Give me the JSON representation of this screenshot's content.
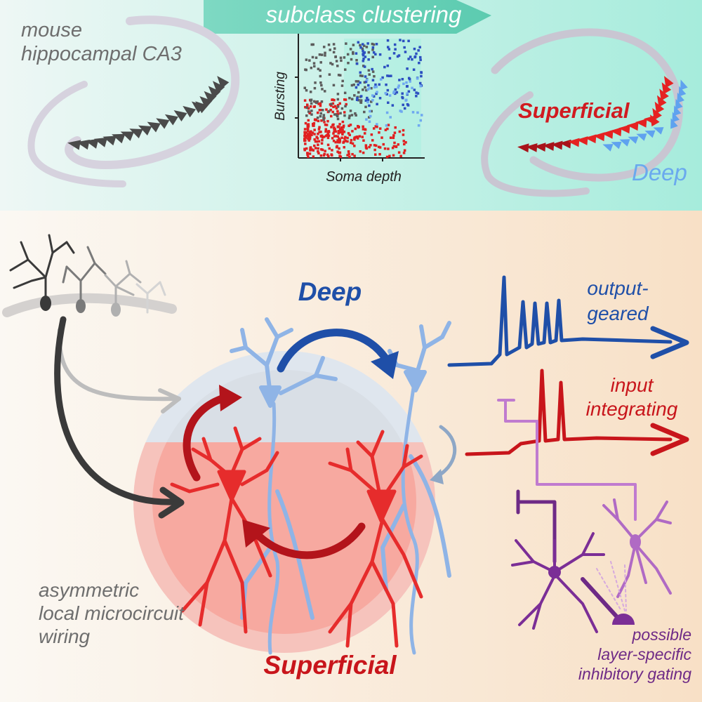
{
  "colors": {
    "deep": "#1f4fa8",
    "deep_light": "#8fb4e6",
    "superficial": "#c8151b",
    "superficial_light": "#ea3a3a",
    "inhibitory": "#7b2e96",
    "inhibitory_light": "#b06ac4",
    "grey": "#6e6e6e",
    "top_band_left": "#eaf6f4",
    "top_band_right": "#a8ecdd",
    "bottom_band_left": "#fbf8f3",
    "bottom_band_right": "#f9e3cc"
  },
  "top_panel": {
    "banner": "subclass clustering",
    "region_label_line1": "mouse",
    "region_label_line2": "hippocampal CA3",
    "superficial_label": "Superficial",
    "deep_label": "Deep"
  },
  "scatter": {
    "ylabel": "Bursting",
    "xlabel": "Soma depth"
  },
  "bottom_panel": {
    "deep_title": "Deep",
    "superficial_title": "Superficial",
    "output_line1": "output-",
    "output_line2": "geared",
    "input_line1": "input",
    "input_line2": "integrating",
    "wiring_line1": "asymmetric",
    "wiring_line2": "local microcircuit",
    "wiring_line3": "wiring",
    "gating_line1": "possible",
    "gating_line2": "layer-specific",
    "gating_line3": "inhibitory gating"
  }
}
